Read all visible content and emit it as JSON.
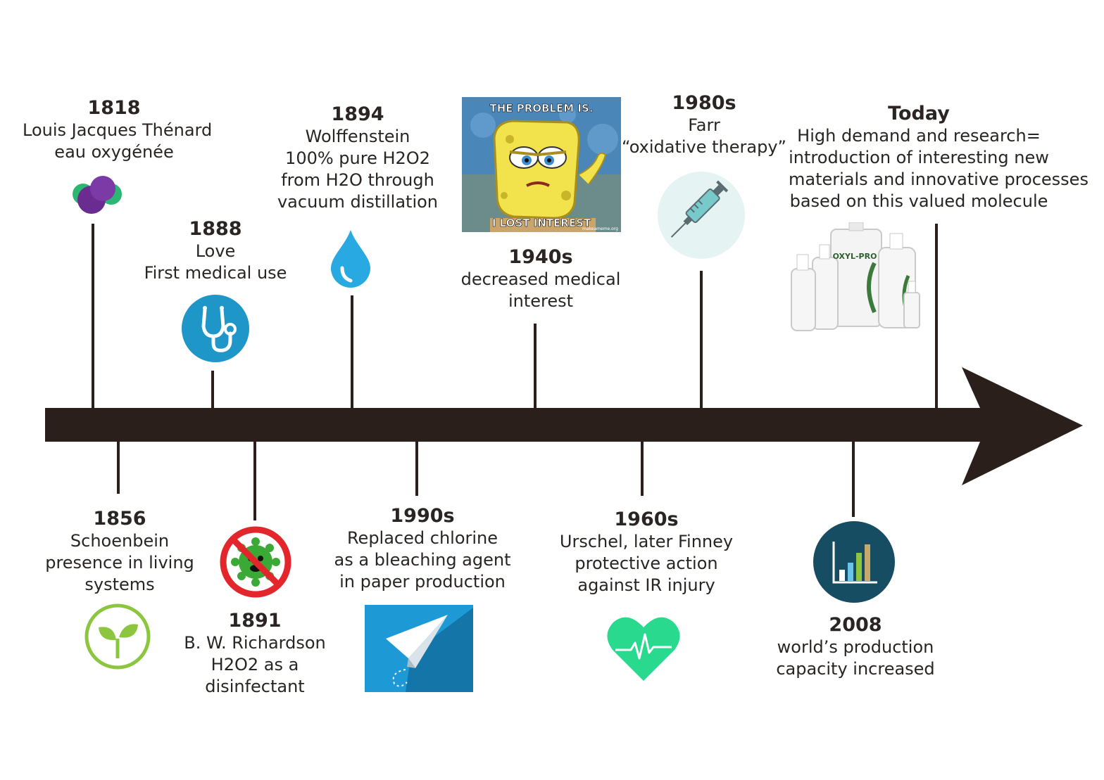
{
  "events": [
    {
      "id": "e1818",
      "year": "1818",
      "lines": [
        "Louis Jacques Thénard",
        "eau oxygénée"
      ],
      "icon": "molecule-icon"
    },
    {
      "id": "e1856",
      "year": "1856",
      "lines": [
        "Schoenbein",
        "presence in living",
        "systems"
      ],
      "icon": "sprout-icon"
    },
    {
      "id": "e1888",
      "year": "1888",
      "lines": [
        "Love",
        "First medical use"
      ],
      "icon": "stethoscope-icon"
    },
    {
      "id": "e1891",
      "year": "1891",
      "lines": [
        "B. W. Richardson",
        "H2O2 as a",
        "disinfectant"
      ],
      "icon": "no-germ-icon"
    },
    {
      "id": "e1894",
      "year": "1894",
      "lines": [
        "Wolffenstein",
        "100% pure H2O2",
        "from H2O through",
        "vacuum distillation"
      ],
      "icon": "water-drop-icon"
    },
    {
      "id": "e1990",
      "year": "1990s",
      "lines": [
        "Replaced chlorine",
        "as a bleaching agent",
        "in paper production"
      ],
      "icon": "paper-plane-icon"
    },
    {
      "id": "e1940",
      "year": "1940s",
      "lines": [
        "decreased medical",
        "interest"
      ],
      "icon": "meme-image"
    },
    {
      "id": "e1960",
      "year": "1960s",
      "lines": [
        "Urschel, later Finney",
        "protective action",
        "against IR injury"
      ],
      "icon": "heartbeat-icon"
    },
    {
      "id": "e1980",
      "year": "1980s",
      "lines": [
        "Farr",
        "“oxidative therapy”"
      ],
      "icon": "syringe-icon"
    },
    {
      "id": "e2008",
      "year": "2008",
      "lines": [
        "world’s production",
        "capacity increased"
      ],
      "icon": "bar-chart-icon"
    },
    {
      "id": "etoday",
      "year": "Today",
      "lines": [
        "High demand and research=",
        "introduction of interesting new",
        "materials and innovative processes",
        "based on this valued molecule"
      ],
      "icon": "product-bottles-image"
    }
  ],
  "meme": {
    "top_text": "THE PROBLEM IS.",
    "bottom_text": "I LOST INTEREST",
    "watermark": "makeameme.org"
  },
  "product_brand": "OXYL-PRO",
  "colors": {
    "arrow": "#2a1f1b",
    "molecule_purple": "#6a2c91",
    "molecule_green": "#2bb673",
    "stethoscope_blue": "#1e96c8",
    "drop_blue": "#29a9e1",
    "germ_green": "#3aa935",
    "no_sign_red": "#e3262b",
    "sprout_green": "#8cc63f",
    "paper_blue": "#1d9ad6",
    "heart_green": "#28d98e",
    "syringe_bg": "#e5f4f3",
    "chart_bg": "#174d63"
  }
}
